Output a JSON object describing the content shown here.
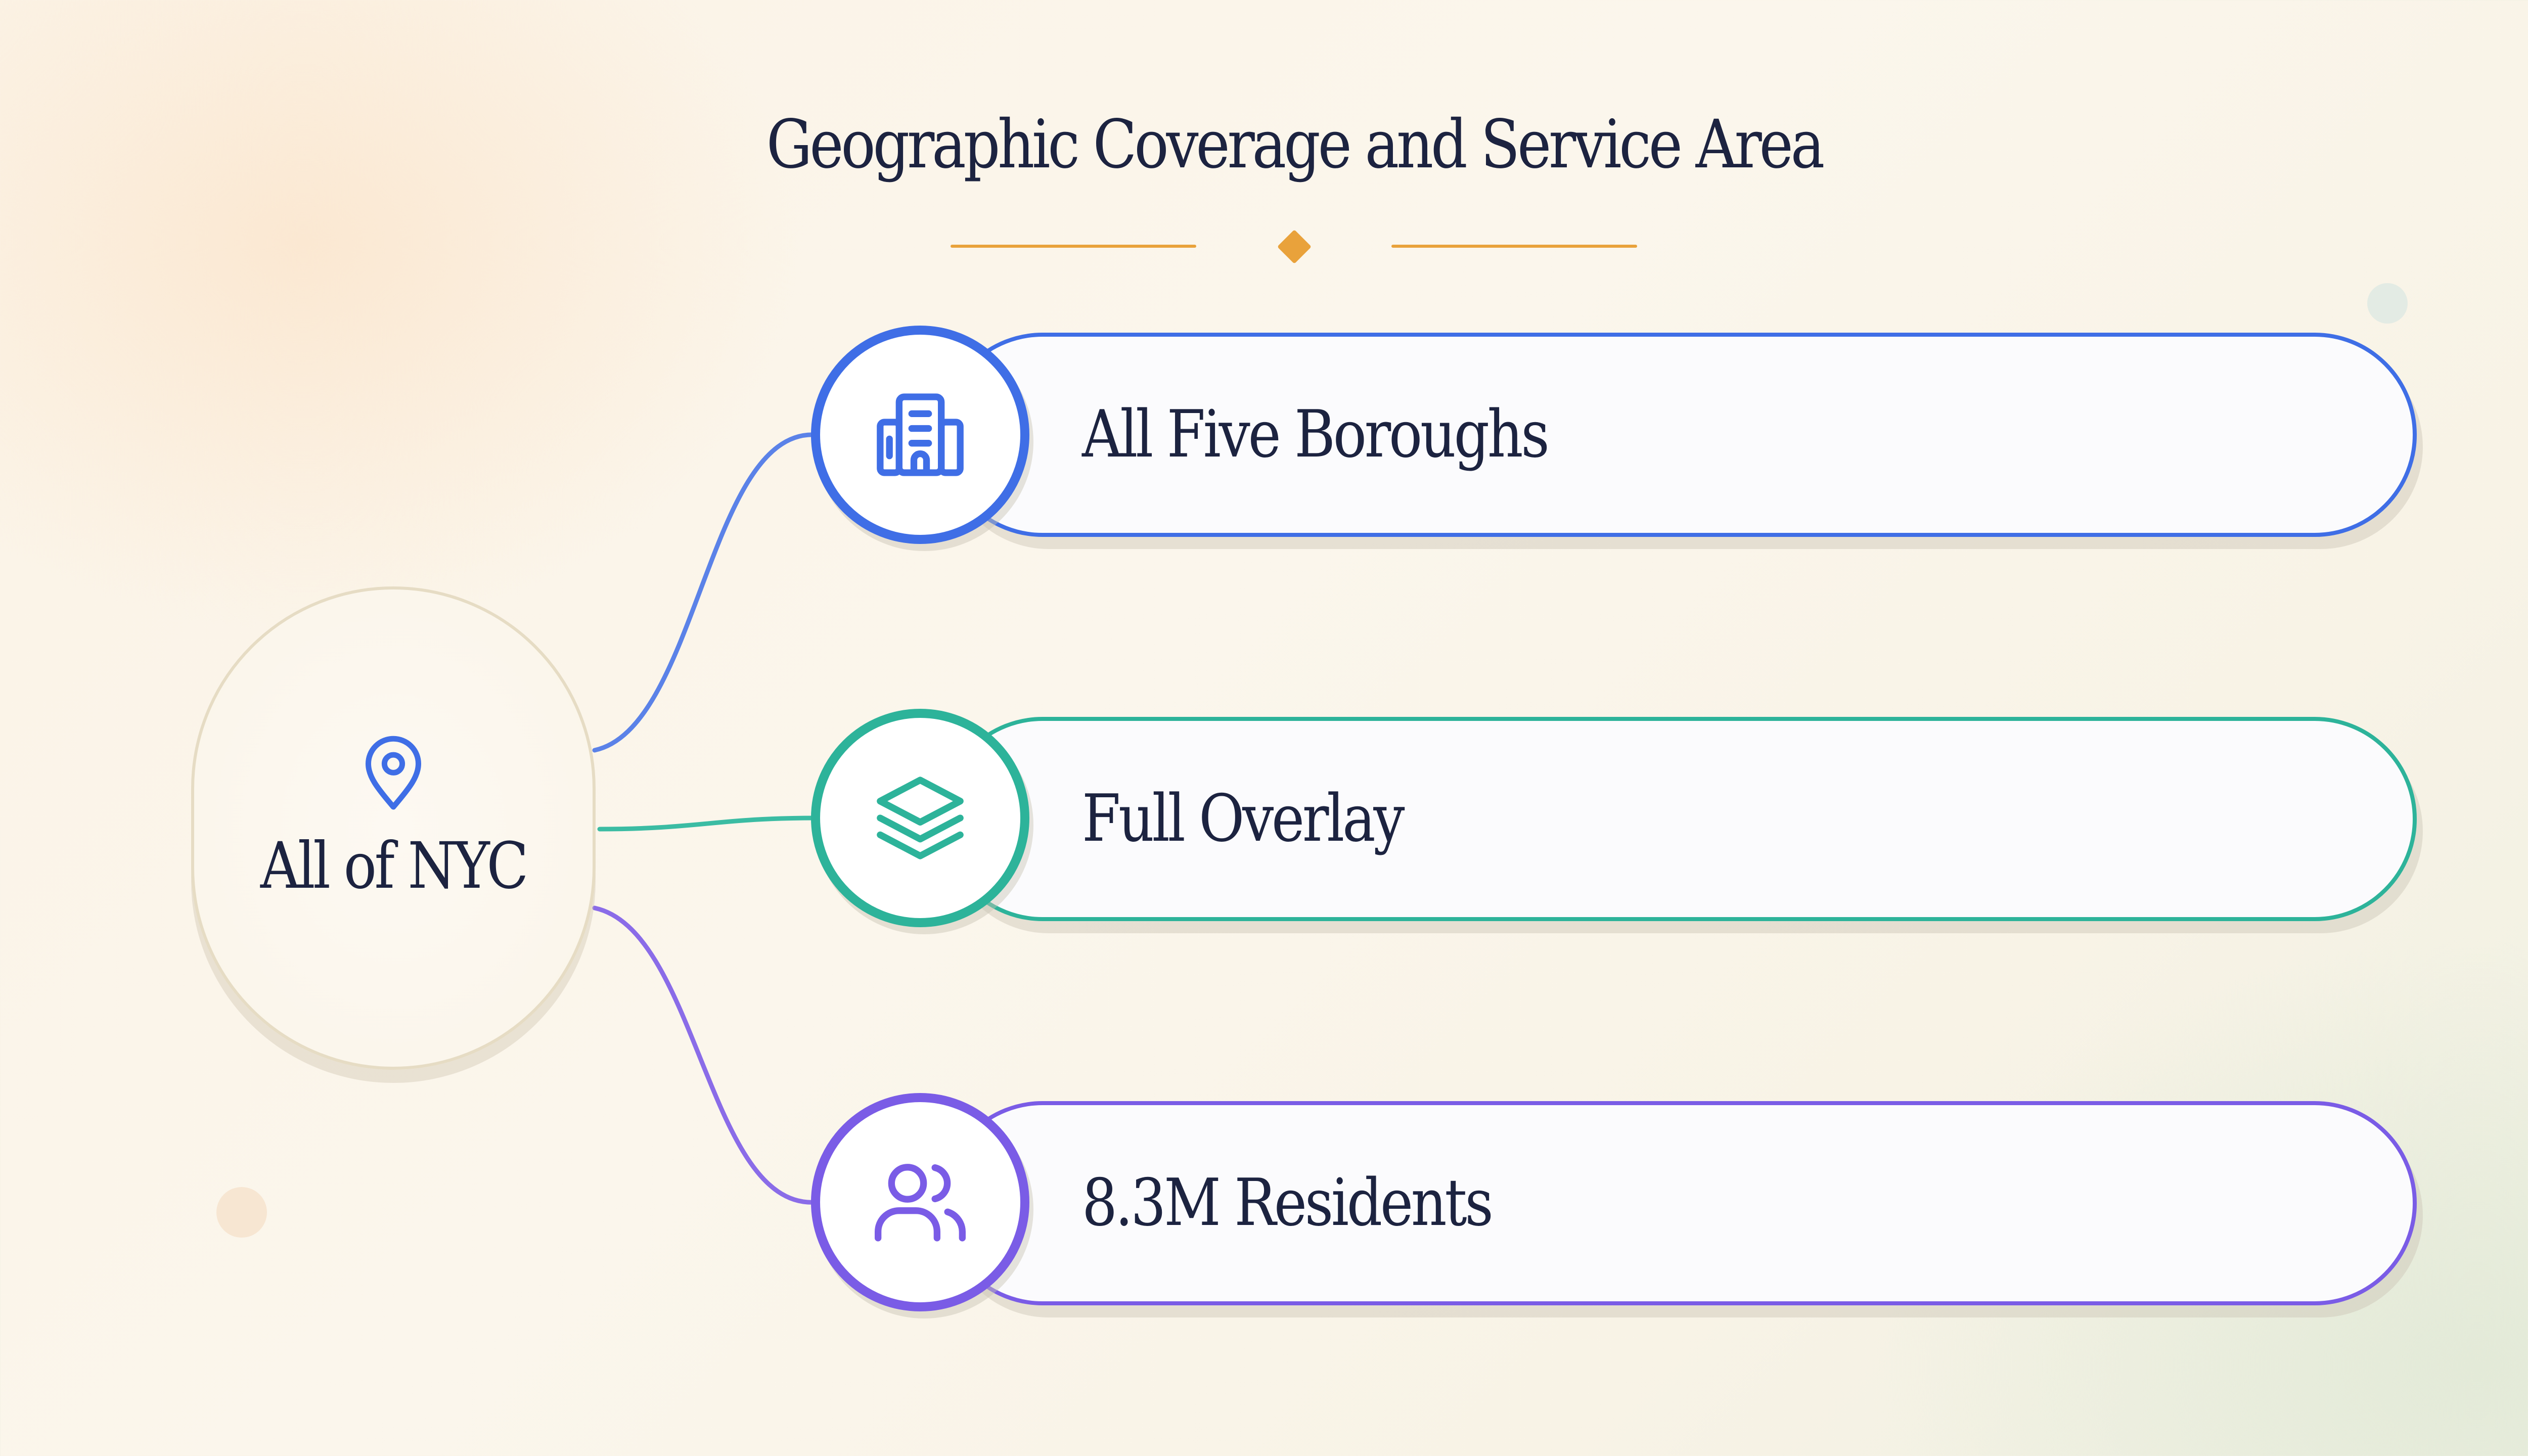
{
  "title": "Geographic Coverage and Service Area",
  "center": {
    "label": "All of NYC",
    "icon": "map-pin-icon"
  },
  "items": [
    {
      "label": "All Five Boroughs",
      "icon": "building-icon",
      "color": "#3f6ee6"
    },
    {
      "label": "Full Overlay",
      "icon": "layers-icon",
      "color": "#2db39a"
    },
    {
      "label": "8.3M Residents",
      "icon": "users-icon",
      "color": "#7a5ce6"
    }
  ],
  "colors": {
    "accent": "#e9a23b",
    "text": "#1c2340",
    "center_border": "#e6dcc4",
    "center_pin": "#3f6ee6"
  }
}
